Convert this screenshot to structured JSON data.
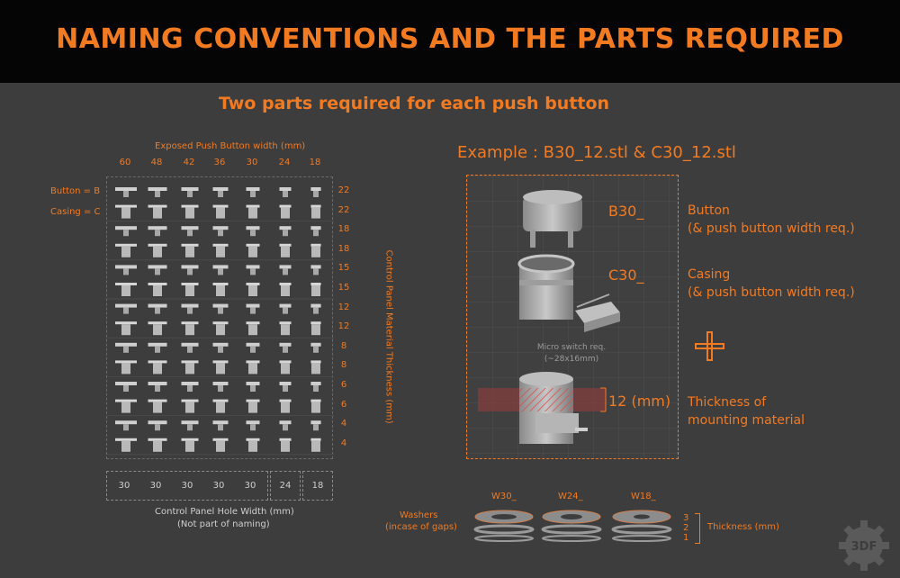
{
  "header": {
    "title": "NAMING CONVENTIONS AND THE PARTS REQUIRED",
    "subtitle": "Two parts required for each push button"
  },
  "grid": {
    "top_label": "Exposed Push Button width (mm)",
    "widths": [
      "60",
      "48",
      "42",
      "36",
      "30",
      "24",
      "18"
    ],
    "button_label": "Button = B",
    "casing_label": "Casing = C",
    "thickness_labels": [
      "22",
      "22",
      "18",
      "18",
      "15",
      "15",
      "12",
      "12",
      "8",
      "8",
      "6",
      "6",
      "4",
      "4"
    ],
    "side_label": "Control Panel Material Thickness (mm)",
    "hole_widths": [
      "30",
      "30",
      "30",
      "30",
      "30",
      "24",
      "18"
    ],
    "bottom_label": "Control Panel Hole Width (mm)",
    "bottom_note": "(Not part of naming)"
  },
  "example": {
    "title": "Example : B30_12.stl & C30_12.stl",
    "button_code": "B30_",
    "casing_code": "C30_",
    "micro_switch": "Micro switch req.",
    "micro_switch_size": "(~28x16mm)",
    "thickness_value": "12 (mm)",
    "button_label_1": "Button",
    "button_label_2": "(& push button width req.)",
    "casing_label_1": "Casing",
    "casing_label_2": "(& push button width req.)",
    "thickness_label_1": "Thickness of",
    "thickness_label_2": "mounting material"
  },
  "washers": {
    "label_1": "Washers",
    "label_2": "(incase of gaps)",
    "codes": [
      "W30_",
      "W24_",
      "W18_"
    ],
    "thickness_values": [
      "3",
      "2",
      "1"
    ],
    "thickness_label": "Thickness (mm)"
  },
  "logo": {
    "text": "3DF"
  },
  "colors": {
    "accent": "#f27b22",
    "background": "#3d3d3d",
    "header": "#050505"
  }
}
